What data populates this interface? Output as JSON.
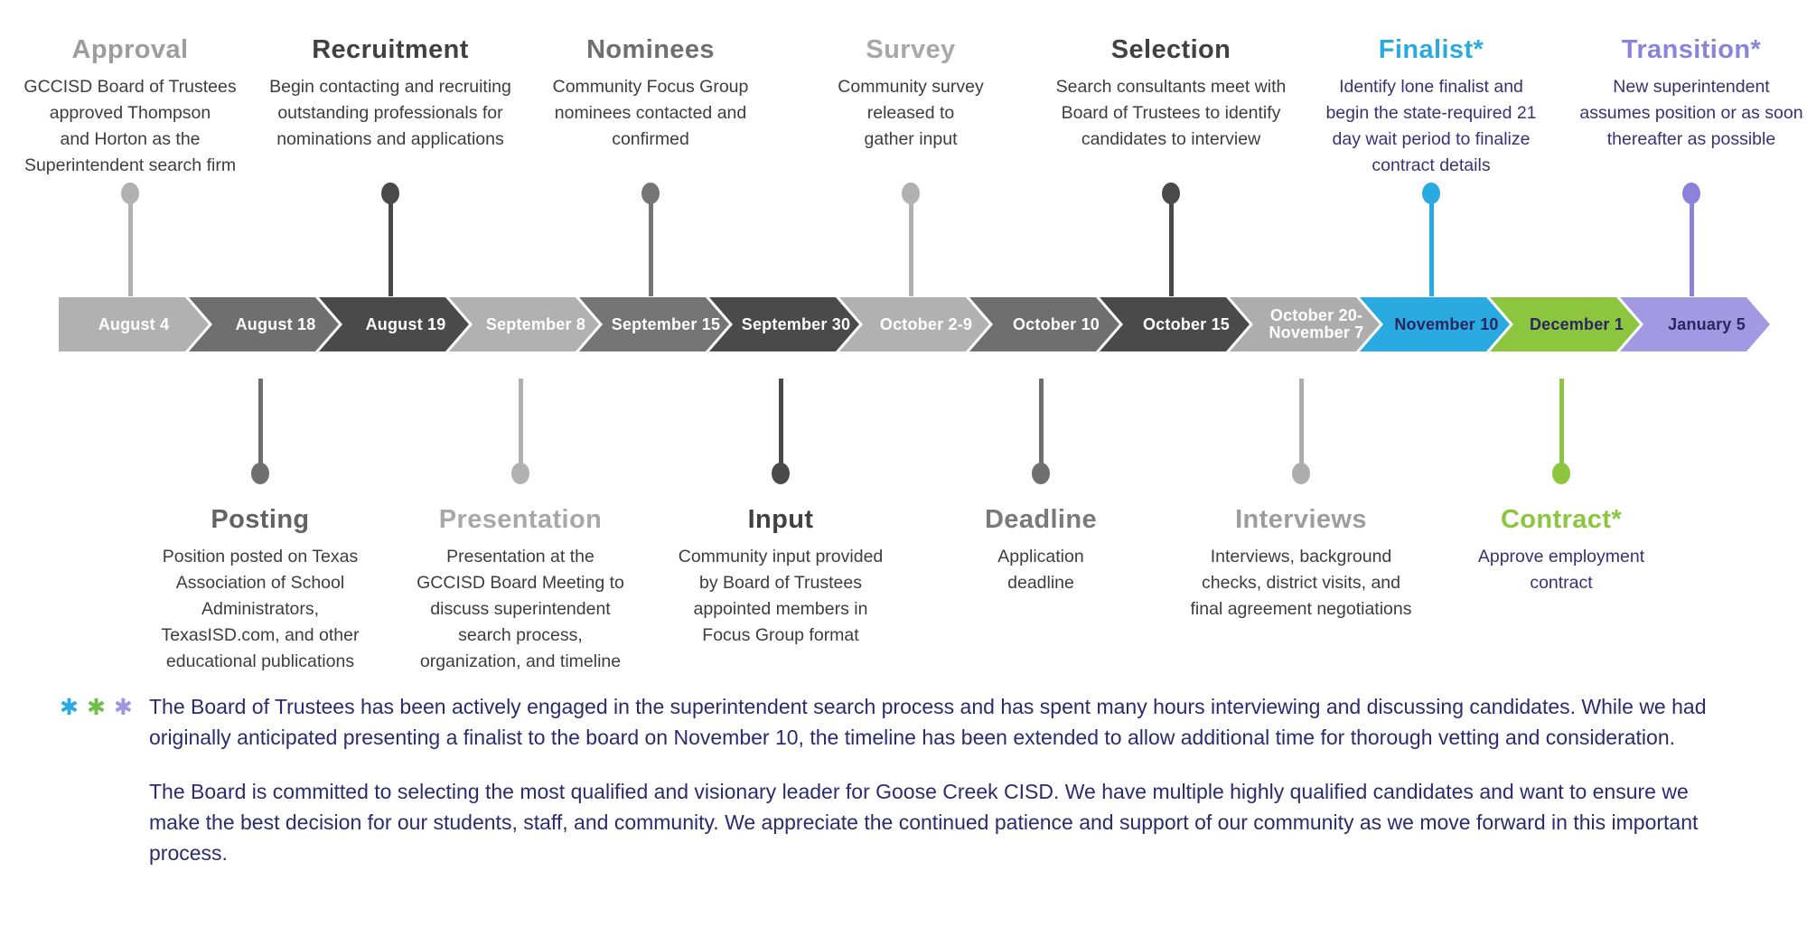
{
  "timeline": {
    "dates": [
      {
        "label": "August 4",
        "bg": "#b1b1b1",
        "fg": "#ffffff"
      },
      {
        "label": "August 18",
        "bg": "#6f6f6f",
        "fg": "#ffffff"
      },
      {
        "label": "August 19",
        "bg": "#4a4a4a",
        "fg": "#ffffff"
      },
      {
        "label": "September 8",
        "bg": "#b1b1b1",
        "fg": "#ffffff"
      },
      {
        "label": "September 15",
        "bg": "#757575",
        "fg": "#ffffff"
      },
      {
        "label": "September 30",
        "bg": "#4a4a4a",
        "fg": "#ffffff"
      },
      {
        "label": "October 2-9",
        "bg": "#b1b1b1",
        "fg": "#ffffff"
      },
      {
        "label": "October 10",
        "bg": "#6f6f6f",
        "fg": "#ffffff"
      },
      {
        "label": "October 15",
        "bg": "#4a4a4a",
        "fg": "#ffffff"
      },
      {
        "label": "October 20-\nNovember 7",
        "bg": "#adadad",
        "fg": "#ffffff"
      },
      {
        "label": "November 10",
        "bg": "#29abe2",
        "fg": "#2b2560"
      },
      {
        "label": "December 1",
        "bg": "#8cc63f",
        "fg": "#2b2560"
      },
      {
        "label": "January 5",
        "bg": "#a19ae3",
        "fg": "#2b2560"
      }
    ]
  },
  "milestones_top": [
    {
      "title": "Approval",
      "title_color": "#9d9d9d",
      "pin_color": "#b1b1b1",
      "body_color": "#3d3d3d",
      "body": "GCCISD Board of Trustees\napproved Thompson\nand Horton as the\nSuperintendent search firm"
    },
    {
      "title": "Recruitment",
      "title_color": "#414141",
      "pin_color": "#4a4a4a",
      "body_color": "#3d3d3d",
      "body": "Begin contacting and recruiting\noutstanding professionals for\nnominations and applications"
    },
    {
      "title": "Nominees",
      "title_color": "#6f6f6f",
      "pin_color": "#757575",
      "body_color": "#3d3d3d",
      "body": "Community Focus Group\nnominees contacted and\nconfirmed"
    },
    {
      "title": "Survey",
      "title_color": "#a8a8a8",
      "pin_color": "#b1b1b1",
      "body_color": "#3d3d3d",
      "body": "Community survey\nreleased to\ngather input"
    },
    {
      "title": "Selection",
      "title_color": "#414141",
      "pin_color": "#4a4a4a",
      "body_color": "#3d3d3d",
      "body": "Search consultants meet with\nBoard of Trustees to identify\ncandidates to interview"
    },
    {
      "title": "Finalist*",
      "title_color": "#29abe2",
      "pin_color": "#29abe2",
      "body_color": "#383275",
      "body": "Identify lone finalist and\nbegin the state-required 21\nday wait period to finalize\ncontract details"
    },
    {
      "title": "Transition*",
      "title_color": "#8b83da",
      "pin_color": "#8b83da",
      "body_color": "#383275",
      "body": "New superintendent\nassumes position or as soon\nthereafter as possible"
    }
  ],
  "milestones_bottom": [
    {
      "title": "Posting",
      "title_color": "#636363",
      "pin_color": "#6f6f6f",
      "body_color": "#3d3d3d",
      "body": "Position posted on Texas\nAssociation of School\nAdministrators,\nTexasISD.com, and other\neducational publications"
    },
    {
      "title": "Presentation",
      "title_color": "#a8a8a8",
      "pin_color": "#b1b1b1",
      "body_color": "#3d3d3d",
      "body": "Presentation at the\nGCCISD Board Meeting to\ndiscuss superintendent\nsearch process,\norganization, and timeline"
    },
    {
      "title": "Input",
      "title_color": "#414141",
      "pin_color": "#4a4a4a",
      "body_color": "#3d3d3d",
      "body": "Community input provided\nby Board of Trustees\nappointed members in\nFocus Group format"
    },
    {
      "title": "Deadline",
      "title_color": "#7a7a7a",
      "pin_color": "#6f6f6f",
      "body_color": "#3d3d3d",
      "body": "Application\ndeadline"
    },
    {
      "title": "Interviews",
      "title_color": "#9d9d9d",
      "pin_color": "#adadad",
      "body_color": "#3d3d3d",
      "body": "Interviews, background\nchecks, district visits, and\nfinal agreement negotiations"
    },
    {
      "title": "Contract*",
      "title_color": "#8cc63f",
      "pin_color": "#8cc63f",
      "body_color": "#383275",
      "body": "Approve employment\ncontract"
    }
  ],
  "footnote": {
    "asterisk": "✱",
    "asterisk_colors": [
      "#29abe2",
      "#6fbe4a",
      "#9d97e0"
    ],
    "text_color": "#2e2a6e",
    "paragraph1": "The Board of Trustees has been actively engaged in the superintendent search process and has spent many hours interviewing and discussing candidates. While we had originally anticipated presenting a finalist to the board on November 10, the timeline has been extended to allow additional time for thorough vetting and consideration.",
    "paragraph2": "The Board is committed to selecting the most qualified and visionary leader for Goose Creek CISD. We have multiple highly qualified candidates and want to ensure we make the best decision for our students, staff, and community. We appreciate the continued patience and support of our community as we move forward in this important process."
  }
}
